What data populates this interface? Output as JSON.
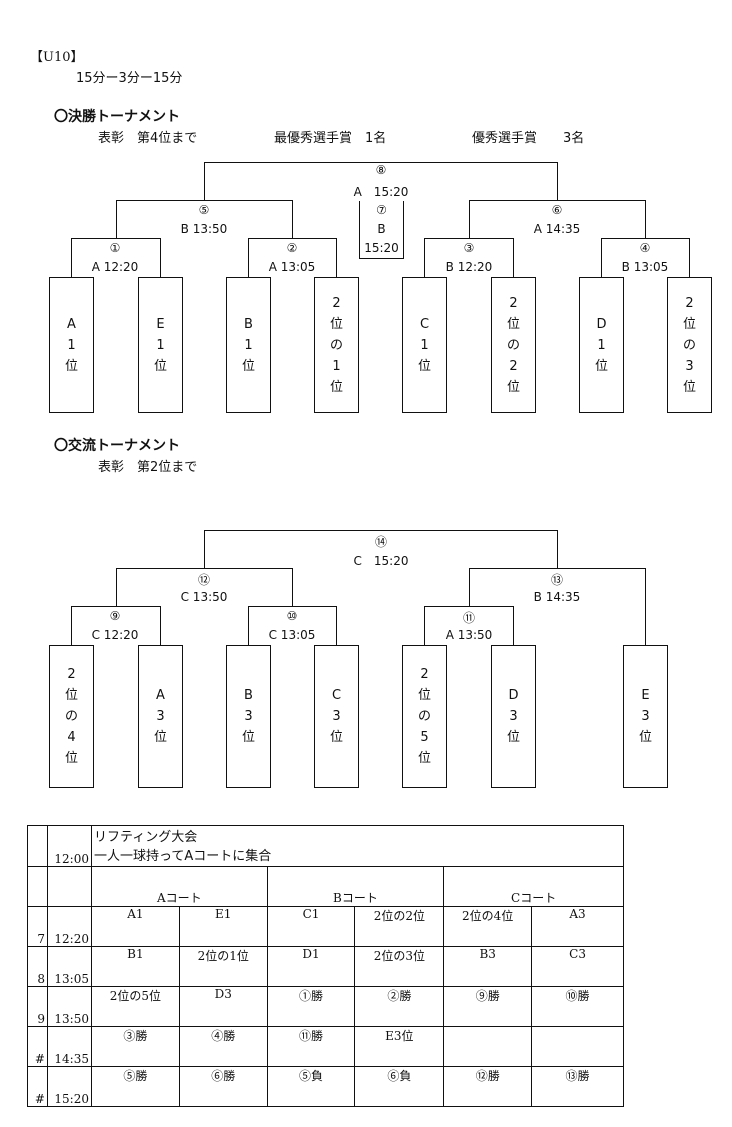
{
  "header": {
    "category": "【U10】",
    "format": "15分ー3分ー15分"
  },
  "main_tournament": {
    "title": "〇決勝トーナメント",
    "awards": [
      "表彰　第4位まで",
      "最優秀選手賞　1名",
      "優秀選手賞　　3名"
    ],
    "teams": [
      [
        "A",
        "1",
        "位"
      ],
      [
        "E",
        "1",
        "位"
      ],
      [
        "B",
        "1",
        "位"
      ],
      [
        "2",
        "位",
        "の",
        "1",
        "位"
      ],
      [
        "C",
        "1",
        "位"
      ],
      [
        "2",
        "位",
        "の",
        "2",
        "位"
      ],
      [
        "D",
        "1",
        "位"
      ],
      [
        "2",
        "位",
        "の",
        "3",
        "位"
      ]
    ],
    "matches": {
      "m1": {
        "num": "①",
        "info": "A 12:20"
      },
      "m2": {
        "num": "②",
        "info": "A 13:05"
      },
      "m3": {
        "num": "③",
        "info": "B 12:20"
      },
      "m4": {
        "num": "④",
        "info": "B 13:05"
      },
      "m5": {
        "num": "⑤",
        "info": "B 13:50"
      },
      "m6": {
        "num": "⑥",
        "info": "A 14:35"
      },
      "m7": {
        "num": "⑦",
        "court": "B",
        "time": "15:20"
      },
      "m8": {
        "num": "⑧",
        "info": "A　15:20"
      }
    }
  },
  "exchange_tournament": {
    "title": "〇交流トーナメント",
    "awards": [
      "表彰　第2位まで"
    ],
    "teams": [
      [
        "2",
        "位",
        "の",
        "4",
        "位"
      ],
      [
        "A",
        "3",
        "位"
      ],
      [
        "B",
        "3",
        "位"
      ],
      [
        "C",
        "3",
        "位"
      ],
      [
        "2",
        "位",
        "の",
        "5",
        "位"
      ],
      [
        "D",
        "3",
        "位"
      ],
      [
        "E",
        "3",
        "位"
      ]
    ],
    "matches": {
      "m9": {
        "num": "⑨",
        "info": "C 12:20"
      },
      "m10": {
        "num": "⑩",
        "info": "C 13:05"
      },
      "m11": {
        "num": "⑪",
        "info": "A 13:50"
      },
      "m12": {
        "num": "⑫",
        "info": "C 13:50"
      },
      "m13": {
        "num": "⑬",
        "info": "B 14:35"
      },
      "m14": {
        "num": "⑭",
        "info": "C　15:20"
      }
    }
  },
  "schedule": {
    "intro": {
      "time": "12:00",
      "line1": "リフティング大会",
      "line2": "一人一球持ってAコートに集合"
    },
    "courts": [
      "Aコート",
      "Bコート",
      "Cコート"
    ],
    "rows": [
      {
        "num": "7",
        "time": "12:20",
        "cells": [
          "A1",
          "E1",
          "C1",
          "2位の2位",
          "2位の4位",
          "A3"
        ]
      },
      {
        "num": "8",
        "time": "13:05",
        "cells": [
          "B1",
          "2位の1位",
          "D1",
          "2位の3位",
          "B3",
          "C3"
        ]
      },
      {
        "num": "9",
        "time": "13:50",
        "cells": [
          "2位の5位",
          "D3",
          "①勝",
          "②勝",
          "⑨勝",
          "⑩勝"
        ]
      },
      {
        "num": "#",
        "time": "14:35",
        "cells": [
          "③勝",
          "④勝",
          "⑪勝",
          "E3位",
          "",
          ""
        ]
      },
      {
        "num": "#",
        "time": "15:20",
        "cells": [
          "⑤勝",
          "⑥勝",
          "⑤負",
          "⑥負",
          "⑫勝",
          "⑬勝"
        ]
      }
    ]
  }
}
